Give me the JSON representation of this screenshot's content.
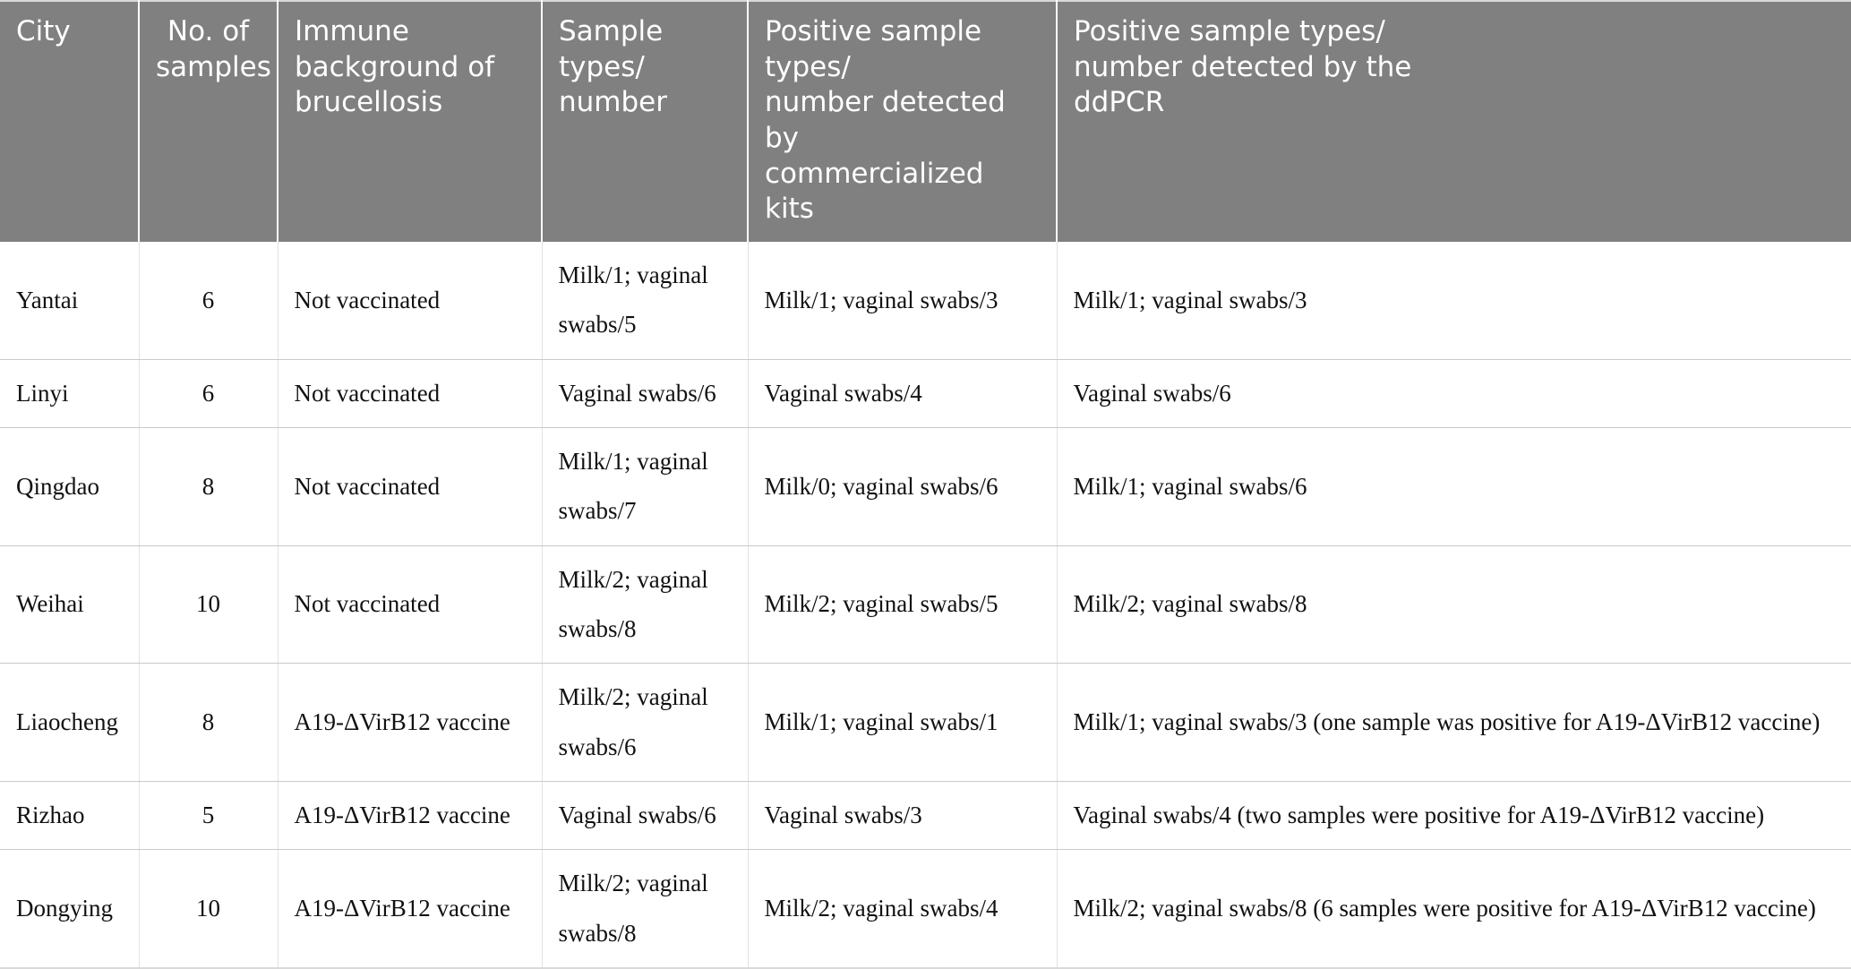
{
  "table": {
    "columns": [
      {
        "key": "city",
        "label": "City"
      },
      {
        "key": "samples",
        "label": "No. of samples"
      },
      {
        "key": "immune",
        "label": "Immune background of brucellosis"
      },
      {
        "key": "types",
        "label": "Sample types/ number"
      },
      {
        "key": "kits",
        "label": "Positive sample types/ number detected by commercialized kits"
      },
      {
        "key": "ddpcr",
        "label": "Positive sample types/ number detected by the ddPCR"
      }
    ],
    "header_lines": {
      "city": [
        "City"
      ],
      "samples": [
        "No. of",
        "samples"
      ],
      "immune": [
        "Immune",
        "background of",
        "brucellosis"
      ],
      "types": [
        "Sample types/",
        "number"
      ],
      "kits": [
        "Positive sample types/",
        "number detected by",
        "commercialized kits"
      ],
      "ddpcr": [
        "Positive sample types/",
        "number detected by the",
        "ddPCR"
      ]
    },
    "rows": [
      {
        "city": "Yantai",
        "samples": "6",
        "immune": "Not vaccinated",
        "types": "Milk/1; vaginal swabs/5",
        "kits": "Milk/1; vaginal swabs/3",
        "ddpcr": "Milk/1; vaginal swabs/3"
      },
      {
        "city": "Linyi",
        "samples": "6",
        "immune": "Not vaccinated",
        "types": "Vaginal swabs/6",
        "kits": "Vaginal swabs/4",
        "ddpcr": "Vaginal swabs/6"
      },
      {
        "city": "Qingdao",
        "samples": "8",
        "immune": "Not vaccinated",
        "types": "Milk/1; vaginal swabs/7",
        "kits": "Milk/0; vaginal swabs/6",
        "ddpcr": "Milk/1; vaginal swabs/6"
      },
      {
        "city": "Weihai",
        "samples": "10",
        "immune": "Not vaccinated",
        "types": "Milk/2; vaginal swabs/8",
        "kits": "Milk/2; vaginal swabs/5",
        "ddpcr": "Milk/2; vaginal swabs/8"
      },
      {
        "city": "Liaocheng",
        "samples": "8",
        "immune": "A19-ΔVirB12 vaccine",
        "types": "Milk/2; vaginal swabs/6",
        "kits": "Milk/1; vaginal swabs/1",
        "ddpcr": "Milk/1; vaginal swabs/3 (one sample was positive for A19-ΔVirB12 vaccine)"
      },
      {
        "city": "Rizhao",
        "samples": "5",
        "immune": "A19-ΔVirB12 vaccine",
        "types": "Vaginal swabs/6",
        "kits": "Vaginal swabs/3",
        "ddpcr": "Vaginal swabs/4 (two samples were positive for A19-ΔVirB12 vaccine)"
      },
      {
        "city": "Dongying",
        "samples": "10",
        "immune": "A19-ΔVirB12 vaccine",
        "types": "Milk/2; vaginal swabs/8",
        "kits": "Milk/2; vaginal swabs/4",
        "ddpcr": "Milk/2; vaginal swabs/8 (6 samples were positive for A19-ΔVirB12 vaccine)"
      }
    ]
  },
  "colors": {
    "header_background": "#808080",
    "header_text": "#ffffff",
    "body_text": "#111111",
    "row_border": "#c9c9c9",
    "column_border": "#e2e2e2",
    "table_edge": "#d9d9d9",
    "page_background": "#ffffff"
  }
}
